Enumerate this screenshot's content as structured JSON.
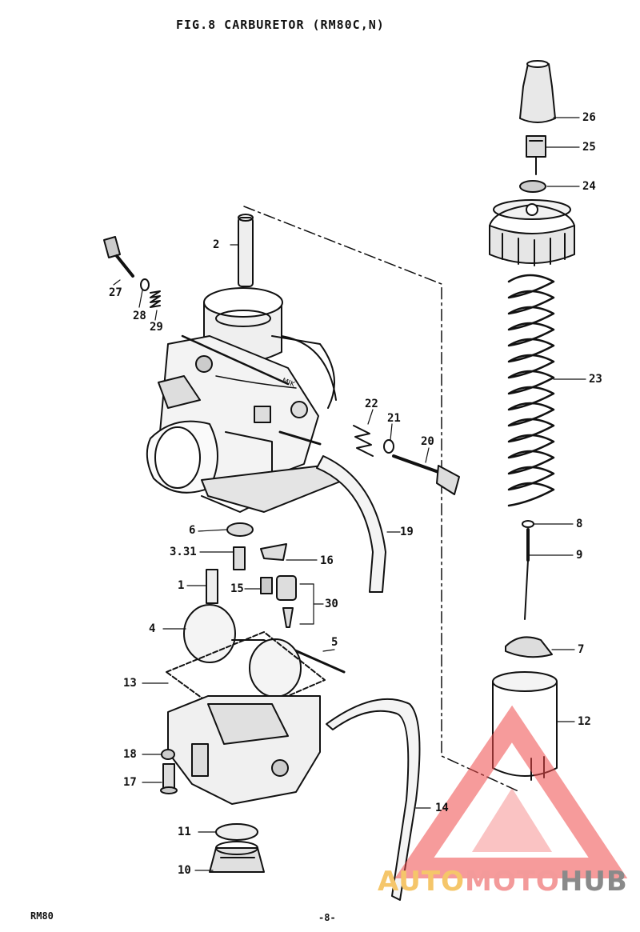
{
  "header": {
    "title": "FIG.8  CARBURETOR (RM80C,N)"
  },
  "footer": {
    "model": "RM80",
    "page": "-8-"
  },
  "watermark": {
    "part1": "AUTO",
    "part2": "MOTO",
    "part3": "HUB",
    "colors": [
      "#f5c66a",
      "#f39a9a",
      "#8a8a8a"
    ]
  },
  "callouts": {
    "c1": "1",
    "c2": "2",
    "c331": "3.31",
    "c4": "4",
    "c5": "5",
    "c6": "6",
    "c7": "7",
    "c8": "8",
    "c9": "9",
    "c10": "10",
    "c11": "11",
    "c12": "12",
    "c13": "13",
    "c14": "14",
    "c15": "15",
    "c16": "16",
    "c17": "17",
    "c18": "18",
    "c19": "19",
    "c20": "20",
    "c21": "21",
    "c22": "22",
    "c23": "23",
    "c24": "24",
    "c25": "25",
    "c26": "26",
    "c27": "27",
    "c28": "28",
    "c29": "29",
    "c30": "30"
  },
  "decal": {
    "text": "MIK"
  }
}
